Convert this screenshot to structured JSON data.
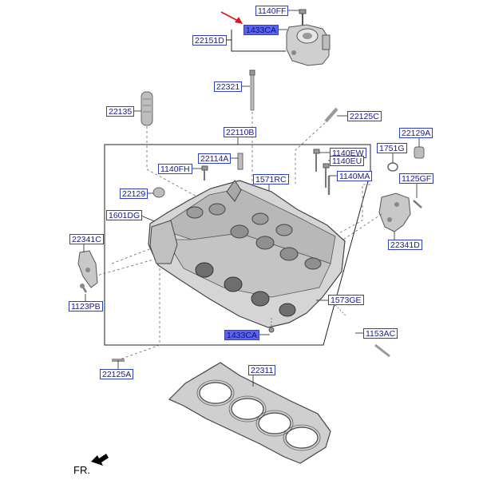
{
  "labels": {
    "l1140FF": "1140FF",
    "l1433CA_top": "1433CA",
    "l22151D": "22151D",
    "l22321": "22321",
    "l22135": "22135",
    "l22125C": "22125C",
    "l22110B": "22110B",
    "l22129A": "22129A",
    "l1751G": "1751G",
    "l1140EW": "1140EW",
    "l1140EU": "1140EU",
    "l22114A": "22114A",
    "l1140FH": "1140FH",
    "l1571RC": "1571RC",
    "l1140MA": "1140MA",
    "l1125GF": "1125GF",
    "l22129": "22129",
    "l1601DG": "1601DG",
    "l22341C": "22341C",
    "l22341D": "22341D",
    "l1123PB": "1123PB",
    "l1573GE": "1573GE",
    "l1433CA_bottom": "1433CA",
    "l1153AC": "1153AC",
    "l22125A": "22125A",
    "l22311": "22311"
  },
  "front_indicator": "FR.",
  "highlight_color": "#5a64f2",
  "label_border_color": "#2b3fd8",
  "callout_arrow_color": "#e0141e"
}
